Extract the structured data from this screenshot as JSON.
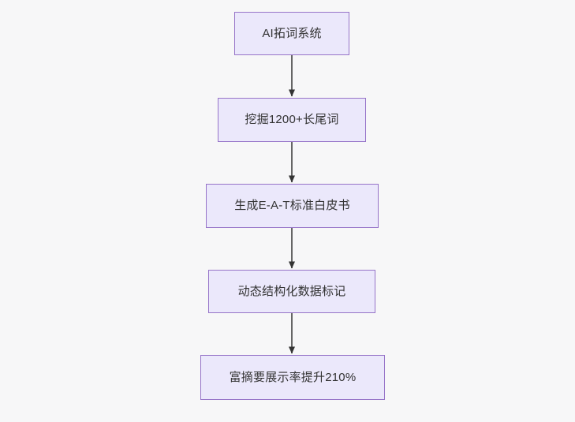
{
  "diagram": {
    "type": "flowchart",
    "orientation": "top-to-bottom",
    "background_color": "#f7f7f8",
    "node_fill_color": "#ebe8fb",
    "node_border_color": "#9673c8",
    "node_text_color": "#333333",
    "edge_color": "#666666",
    "arrowhead_color": "#333333",
    "nodes": [
      {
        "id": "n0",
        "label": "AI拓词系统"
      },
      {
        "id": "n1",
        "label": "挖掘1200+长尾词"
      },
      {
        "id": "n2",
        "label": "生成E-A-T标准白皮书"
      },
      {
        "id": "n3",
        "label": "动态结构化数据标记"
      },
      {
        "id": "n4",
        "label": "富摘要展示率提升210%"
      }
    ],
    "edges": [
      {
        "from": "n0",
        "to": "n1",
        "label": ""
      },
      {
        "from": "n1",
        "to": "n2",
        "label": ""
      },
      {
        "from": "n2",
        "to": "n3",
        "label": ""
      },
      {
        "from": "n3",
        "to": "n4",
        "label": ""
      }
    ]
  }
}
